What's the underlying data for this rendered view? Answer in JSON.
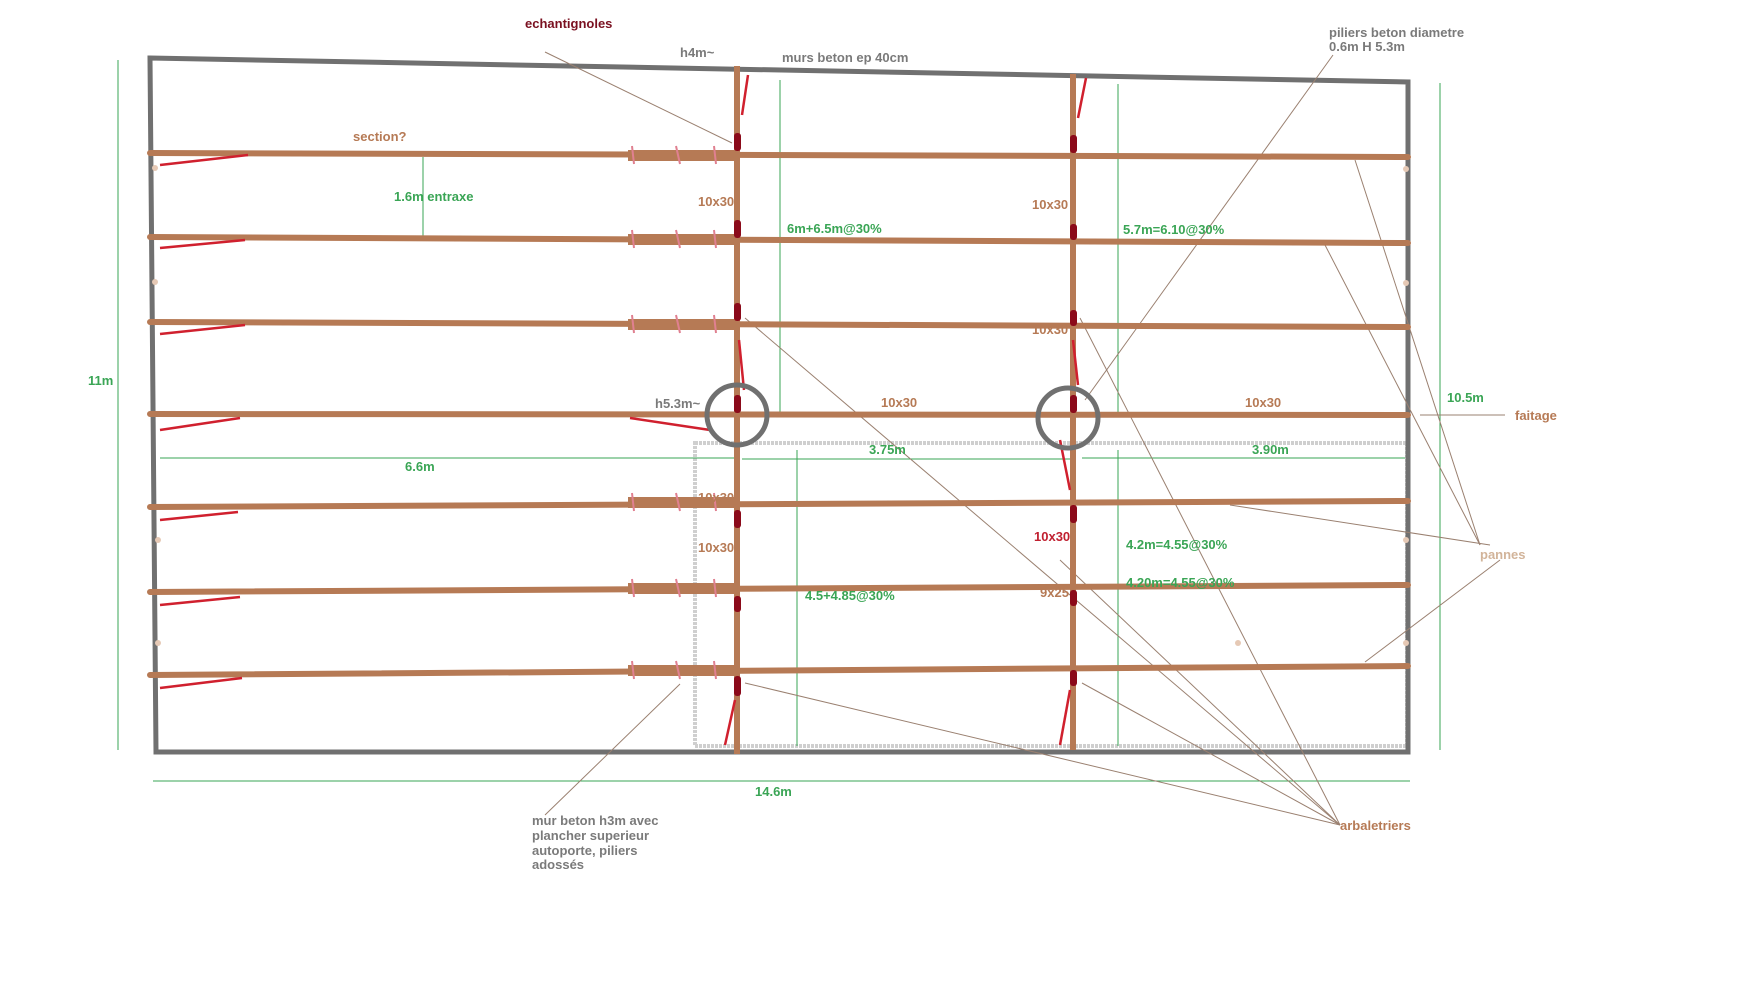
{
  "labels": {
    "echantignoles": "echantignoles",
    "h4m": "h4m~",
    "murs_beton": "murs beton ep 40cm",
    "piliers_line1": "piliers beton diametre",
    "piliers_line2": "0.6m H 5.3m",
    "section": "section?",
    "entraxe": "1.6m entraxe",
    "dim_11m": "11m",
    "dim_10_5m": "10.5m",
    "faitage": "faitage",
    "h5_3m": "h5.3m~",
    "beam_left_1": "10x30",
    "beam_mid_1": "10x30",
    "beam_ridge_1": "10x30",
    "beam_ridge_2": "10x30",
    "beam_left_2": "10x30",
    "beam_left_3": "10x30",
    "beam_left_4": "10x30",
    "beam_mid_2": "10x30",
    "beam_mid_3": "9x25",
    "span_1": "6m+6.5m@30%",
    "span_2": "5.7m=6.10@30%",
    "span_3": "4.2m=4.55@30%",
    "span_4": "4.5+4.85@30%",
    "span_5": "4.20m=4.55@30%",
    "hidden_1": "10x30",
    "dim_6_6m": "6.6m",
    "dim_3_75m": "3.75m",
    "dim_3_90m": "3.90m",
    "dim_14_6m": "14.6m",
    "pannes": "pannes",
    "arbaletriers": "arbaletriers",
    "mur_line1": "mur beton h3m avec",
    "mur_line2": "plancher superieur",
    "mur_line3": "autoporte, piliers",
    "mur_line4": "adossés"
  },
  "colors": {
    "wall": "#707070",
    "timber": "#b67a55",
    "dimension": "#3aa555",
    "echantignole": "#8b0a1a",
    "strut": "#d0202e",
    "leader": "#9a8070",
    "slab_outline": "#c8c8c8"
  }
}
